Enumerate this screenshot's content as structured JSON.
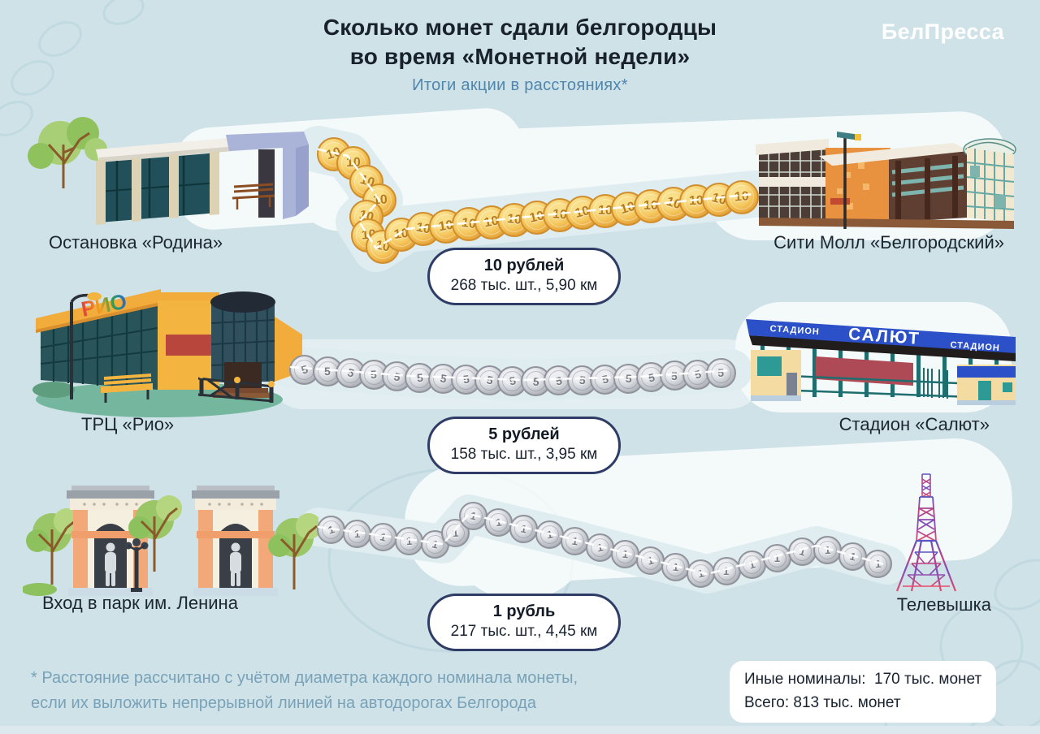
{
  "header": {
    "title_line1": "Сколько монет сдали белгородцы",
    "title_line2": "во время «Монетной недели»",
    "subtitle": "Итоги акции в расстояниях*",
    "logo": "БелПресса"
  },
  "rows": [
    {
      "from": "Остановка «Родина»",
      "to": "Сити Молл «Белгородский»",
      "denomination": "10 рублей",
      "stats": "268 тыс. шт., 5,90 км",
      "coin_label": "10"
    },
    {
      "from": "ТРЦ «Рио»",
      "to": "Стадион «Салют»",
      "denomination": "5 рублей",
      "stats": "158 тыс. шт., 3,95 км",
      "coin_label": "5"
    },
    {
      "from": "Вход в парк им. Ленина",
      "to": "Телевышка",
      "denomination": "1 рубль",
      "stats": "217 тыс. шт., 4,45 км",
      "coin_label": "1"
    }
  ],
  "signs": {
    "rio": "РИО",
    "stadium_left": "СТАДИОН",
    "stadium_center": "САЛЮТ",
    "stadium_right": "СТАДИОН"
  },
  "footnote": {
    "line1": "* Расстояние рассчитано с учётом диаметра каждого номинала монеты,",
    "line2": "если их выложить непрерывной линией на автодорогах Белгорода"
  },
  "totals": {
    "line1": "Иные номиналы:  170 тыс. монет",
    "line2": "Всего: 813 тыс. монет"
  },
  "colors": {
    "background": "#cfe2e8",
    "pill_border": "#2e3c66",
    "gold_coin": "#f3c155",
    "silver_coin": "#c9ccd2",
    "subtitle_blue": "#4f86ad",
    "footnote_blue": "#79a2b9"
  }
}
